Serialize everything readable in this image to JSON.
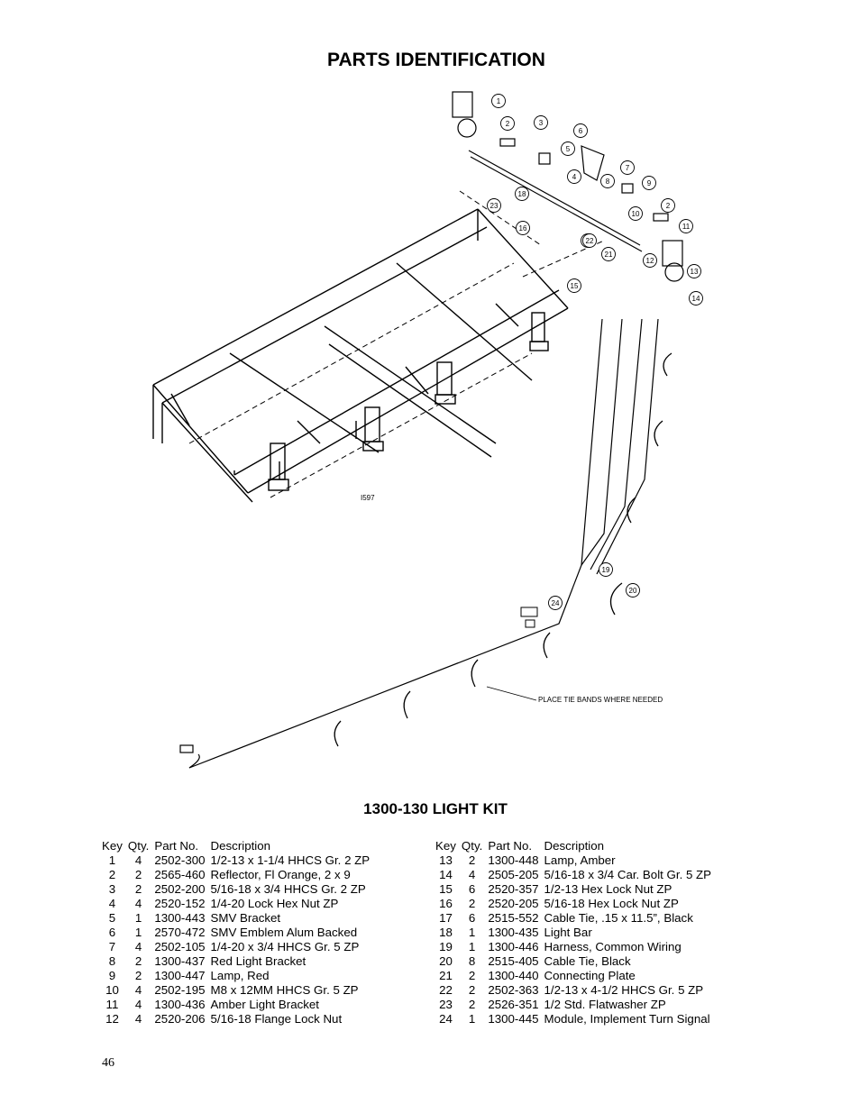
{
  "page": {
    "title": "PARTS IDENTIFICATION",
    "kit_title": "1300-130 LIGHT KIT",
    "page_number": "46"
  },
  "diagram": {
    "drawing_id": "I597",
    "tie_note": "PLACE TIE BANDS WHERE NEEDED",
    "callouts": [
      "1",
      "2",
      "3",
      "4",
      "5",
      "6",
      "7",
      "8",
      "9",
      "10",
      "2",
      "11",
      "12",
      "13",
      "14",
      "15",
      "16",
      "17",
      "18",
      "21",
      "22",
      "23",
      "19",
      "20",
      "24"
    ]
  },
  "parts_table": {
    "headers": [
      "Key",
      "Qty.",
      "Part No.",
      "Description"
    ],
    "left": [
      [
        "1",
        "4",
        "2502-300",
        "1/2-13 x 1-1/4 HHCS Gr. 2 ZP"
      ],
      [
        "2",
        "2",
        "2565-460",
        "Reflector, Fl Orange, 2 x 9"
      ],
      [
        "3",
        "2",
        "2502-200",
        "5/16-18 x 3/4 HHCS Gr. 2 ZP"
      ],
      [
        "4",
        "4",
        "2520-152",
        "1/4-20 Lock Hex Nut ZP"
      ],
      [
        "5",
        "1",
        "1300-443",
        "SMV Bracket"
      ],
      [
        "6",
        "1",
        "2570-472",
        "SMV Emblem Alum Backed"
      ],
      [
        "7",
        "4",
        "2502-105",
        "1/4-20 x 3/4 HHCS Gr. 5 ZP"
      ],
      [
        "8",
        "2",
        "1300-437",
        "Red Light Bracket"
      ],
      [
        "9",
        "2",
        "1300-447",
        "Lamp, Red"
      ],
      [
        "10",
        "4",
        "2502-195",
        "M8 x 12MM HHCS Gr. 5 ZP"
      ],
      [
        "11",
        "4",
        "1300-436",
        "Amber Light Bracket"
      ],
      [
        "12",
        "4",
        "2520-206",
        "5/16-18 Flange Lock Nut"
      ]
    ],
    "right": [
      [
        "13",
        "2",
        "1300-448",
        "Lamp, Amber"
      ],
      [
        "14",
        "4",
        "2505-205",
        "5/16-18 x 3/4 Car. Bolt Gr. 5 ZP"
      ],
      [
        "15",
        "6",
        "2520-357",
        "1/2-13 Hex Lock Nut ZP"
      ],
      [
        "16",
        "2",
        "2520-205",
        "5/16-18 Hex Lock Nut ZP"
      ],
      [
        "17",
        "6",
        "2515-552",
        "Cable Tie, .15 x 11.5”, Black"
      ],
      [
        "18",
        "1",
        "1300-435",
        "Light Bar"
      ],
      [
        "19",
        "1",
        "1300-446",
        "Harness, Common Wiring"
      ],
      [
        "20",
        "8",
        "2515-405",
        "Cable Tie, Black"
      ],
      [
        "21",
        "2",
        "1300-440",
        "Connecting Plate"
      ],
      [
        "22",
        "2",
        "2502-363",
        "1/2-13 x 4-1/2 HHCS Gr. 5 ZP"
      ],
      [
        "23",
        "2",
        "2526-351",
        "1/2 Std. Flatwasher ZP"
      ],
      [
        "24",
        "1",
        "1300-445",
        "Module, Implement Turn Signal"
      ]
    ]
  }
}
